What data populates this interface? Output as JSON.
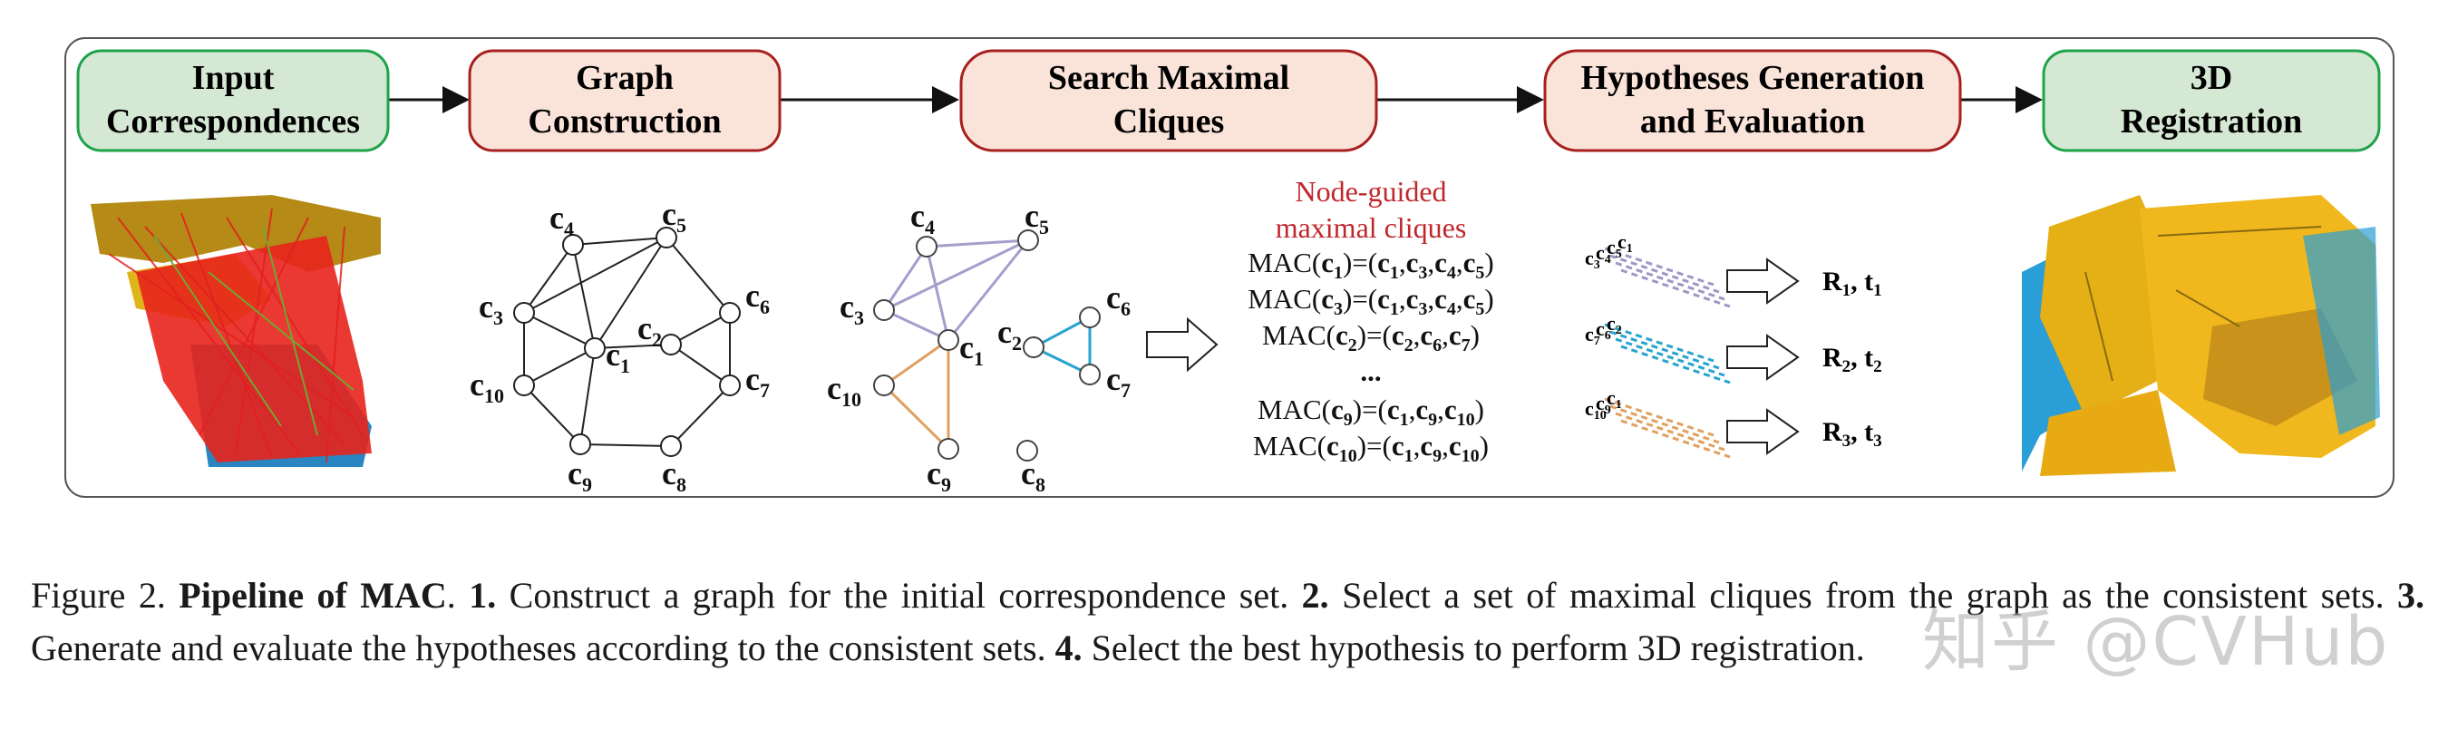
{
  "stages": [
    {
      "line1": "Input",
      "line2": "Correspondences"
    },
    {
      "line1": "Graph",
      "line2": "Construction"
    },
    {
      "line1": "Search Maximal",
      "line2": "Cliques"
    },
    {
      "line1": "Hypotheses Generation",
      "line2": "and Evaluation"
    },
    {
      "line1": "3D",
      "line2": "Registration"
    }
  ],
  "graph_nodes": {
    "c1": {
      "base": "c",
      "sub": "1"
    },
    "c2": {
      "base": "c",
      "sub": "2"
    },
    "c3": {
      "base": "c",
      "sub": "3"
    },
    "c4": {
      "base": "c",
      "sub": "4"
    },
    "c5": {
      "base": "c",
      "sub": "5"
    },
    "c6": {
      "base": "c",
      "sub": "6"
    },
    "c7": {
      "base": "c",
      "sub": "7"
    },
    "c8": {
      "base": "c",
      "sub": "8"
    },
    "c9": {
      "base": "c",
      "sub": "9"
    },
    "c10": {
      "base": "c",
      "sub": "10"
    }
  },
  "node_guided": {
    "line1": "Node-guided",
    "line2": "maximal cliques"
  },
  "mac_list": [
    {
      "func": "MAC(",
      "arg": "c",
      "arg_sub": "1",
      "eq": ")=(",
      "items": [
        [
          "c",
          "1"
        ],
        [
          "c",
          "3"
        ],
        [
          "c",
          "4"
        ],
        [
          "c",
          "5"
        ]
      ]
    },
    {
      "func": "MAC(",
      "arg": "c",
      "arg_sub": "3",
      "eq": ")=(",
      "items": [
        [
          "c",
          "1"
        ],
        [
          "c",
          "3"
        ],
        [
          "c",
          "4"
        ],
        [
          "c",
          "5"
        ]
      ]
    },
    {
      "func": "MAC(",
      "arg": "c",
      "arg_sub": "2",
      "eq": ")=(",
      "items": [
        [
          "c",
          "2"
        ],
        [
          "c",
          "6"
        ],
        [
          "c",
          "7"
        ]
      ]
    },
    {
      "ellipsis": "..."
    },
    {
      "func": "MAC(",
      "arg": "c",
      "arg_sub": "9",
      "eq": ")=(",
      "items": [
        [
          "c",
          "1"
        ],
        [
          "c",
          "9"
        ],
        [
          "c",
          "10"
        ]
      ]
    },
    {
      "func": "MAC(",
      "arg": "c",
      "arg_sub": "10",
      "eq": ")=(",
      "items": [
        [
          "c",
          "1"
        ],
        [
          "c",
          "9"
        ],
        [
          "c",
          "10"
        ]
      ]
    }
  ],
  "hypotheses": [
    {
      "R": "R",
      "R_sub": "1",
      "t": "t",
      "t_sub": "1",
      "labels": [
        [
          "c",
          "3"
        ],
        [
          "c",
          "4"
        ],
        [
          "c",
          "5"
        ],
        [
          "c",
          "1"
        ]
      ],
      "color": "#9e97c4"
    },
    {
      "R": "R",
      "R_sub": "2",
      "t": "t",
      "t_sub": "2",
      "labels": [
        [
          "c",
          "7"
        ],
        [
          "c",
          "6"
        ],
        [
          "c",
          "2"
        ]
      ],
      "color": "#26a3cf"
    },
    {
      "R": "R",
      "R_sub": "3",
      "t": "t",
      "t_sub": "3",
      "labels": [
        [
          "c",
          "10"
        ],
        [
          "c",
          "9"
        ],
        [
          "c",
          "1"
        ]
      ],
      "color": "#e0a060"
    }
  ],
  "caption": {
    "fig_label": "Figure 2. ",
    "title": "Pipeline of MAC",
    "sep": ". ",
    "s1_num": "1.",
    "s1_text": " Construct a graph for the initial correspondence set. ",
    "s2_num": "2.",
    "s2_text": " Select a set of maximal cliques from the graph as the consistent sets. ",
    "s3_num": "3.",
    "s3_text": " Generate and evaluate the hypotheses according to the consistent sets. ",
    "s4_num": "4.",
    "s4_text": " Select the best hypothesis to perform 3D registration."
  },
  "watermark": "知乎 @CVHub",
  "colors": {
    "green_fill": "#d5e8d4",
    "green_stroke": "#1fa34a",
    "red_fill": "#fae3d9",
    "red_stroke": "#a8201e",
    "purple": "#a79ccb",
    "blue": "#26a3cf",
    "orange": "#e0a060",
    "annot_red": "#c0272d"
  }
}
